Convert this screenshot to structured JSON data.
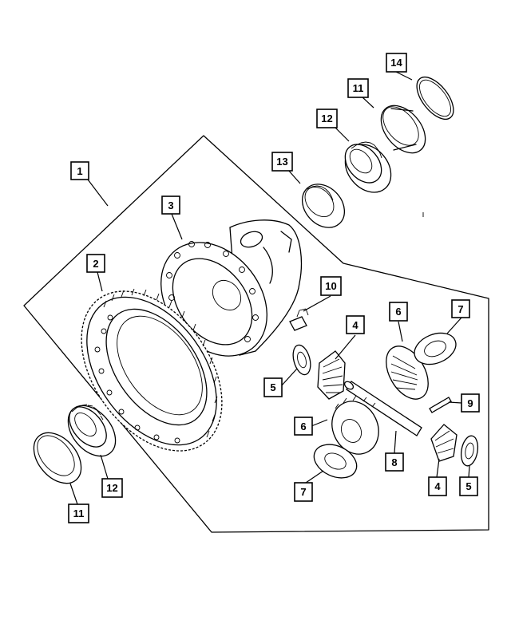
{
  "callouts": {
    "c1": "1",
    "c2": "2",
    "c3": "3",
    "c4a": "4",
    "c4b": "4",
    "c5a": "5",
    "c5b": "5",
    "c6a": "6",
    "c6b": "6",
    "c7a": "7",
    "c7b": "7",
    "c8": "8",
    "c9": "9",
    "c10": "10",
    "c11a": "11",
    "c11b": "11",
    "c12a": "12",
    "c12b": "12",
    "c13": "13",
    "c14": "14"
  }
}
